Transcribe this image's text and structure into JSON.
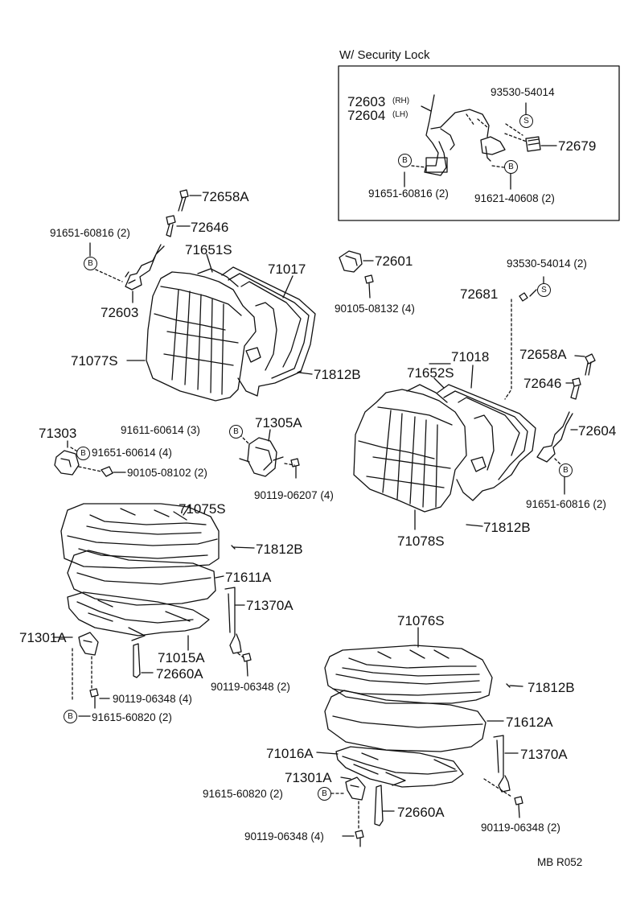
{
  "inset": {
    "title": "W/ Security Lock"
  },
  "marks": {
    "bolt": "B",
    "screw": "S"
  },
  "labels": {
    "p72603_rh": "72603",
    "rh": "(RH)",
    "p72604_lh": "72604",
    "lh": "(LH)",
    "in_93530": "93530-54014",
    "in_72679": "72679",
    "in_91651": "91651-60816 (2)",
    "in_91621": "91621-40608 (2)",
    "p72658A_l": "72658A",
    "p72646_l": "72646",
    "p91651_l": "91651-60816 (2)",
    "p71651S": "71651S",
    "p71017": "71017",
    "p72601": "72601",
    "p72603_l": "72603",
    "p90105_08132": "90105-08132 (4)",
    "p93530_r": "93530-54014 (2)",
    "p72681": "72681",
    "p71077S": "71077S",
    "p71812B_1": "71812B",
    "p71018": "71018",
    "p72658A_r": "72658A",
    "p71652S": "71652S",
    "p72646_r": "72646",
    "p72604_r": "72604",
    "p71303": "71303",
    "p91611": "91611-60614 (3)",
    "p71305A": "71305A",
    "p91651_60614": "91651-60614 (4)",
    "p90105_08102": "90105-08102 (2)",
    "p90119_06207": "90119-06207 (4)",
    "p91651_r": "91651-60816 (2)",
    "p71075S": "71075S",
    "p71078S": "71078S",
    "p71812B_2": "71812B",
    "p71812B_3": "71812B",
    "p71611A": "71611A",
    "p71370A_l": "71370A",
    "p71301A_l": "71301A",
    "p71015A": "71015A",
    "p72660A_l": "72660A",
    "p90119_06348_2l": "90119-06348 (2)",
    "p90119_06348_4l": "90119-06348 (4)",
    "p91615_l": "91615-60820 (2)",
    "p71076S": "71076S",
    "p71812B_4": "71812B",
    "p71612A": "71612A",
    "p71016A": "71016A",
    "p71370A_r": "71370A",
    "p71301A_r": "71301A",
    "p91615_r": "91615-60820 (2)",
    "p72660A_r": "72660A",
    "p90119_06348_2r": "90119-06348 (2)",
    "p90119_06348_4r": "90119-06348 (4)",
    "footer": "MB  R052"
  }
}
